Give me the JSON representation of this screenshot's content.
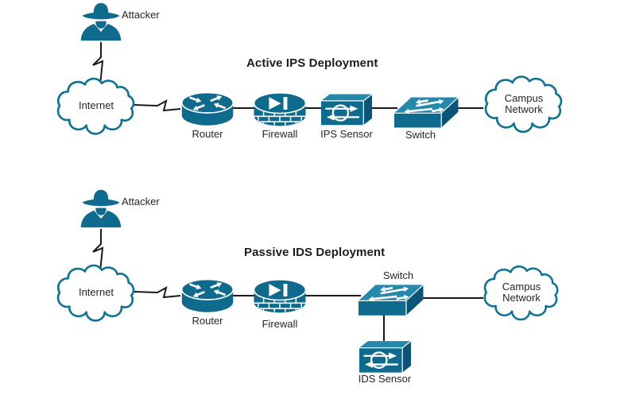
{
  "colors": {
    "icon_primary": "#0F6B8D",
    "icon_light_face": "#2489AB",
    "icon_dark_face": "#0A5577",
    "cloud_outline": "#0F7394",
    "connector_line": "#1A1A1A",
    "text": "#252525"
  },
  "icons": {
    "attacker": "spy-attacker-icon",
    "internet": "cloud-icon",
    "router": "router-icon",
    "firewall": "firewall-icon",
    "sensor": "sensor-appliance-icon",
    "switch": "switch-icon",
    "campus": "cloud-icon",
    "attack_link": "lightning-zigzag-link"
  },
  "diagrams": [
    {
      "title": "Active IPS Deployment",
      "labels": {
        "attacker": "Attacker",
        "internet": "Internet",
        "router": "Router",
        "firewall": "Firewall",
        "sensor": "IPS Sensor",
        "switch": "Switch",
        "campus_line1": "Campus",
        "campus_line2": "Network"
      }
    },
    {
      "title": "Passive IDS Deployment",
      "labels": {
        "attacker": "Attacker",
        "internet": "Internet",
        "router": "Router",
        "firewall": "Firewall",
        "sensor": "IDS Sensor",
        "switch": "Switch",
        "campus_line1": "Campus",
        "campus_line2": "Network"
      }
    }
  ]
}
